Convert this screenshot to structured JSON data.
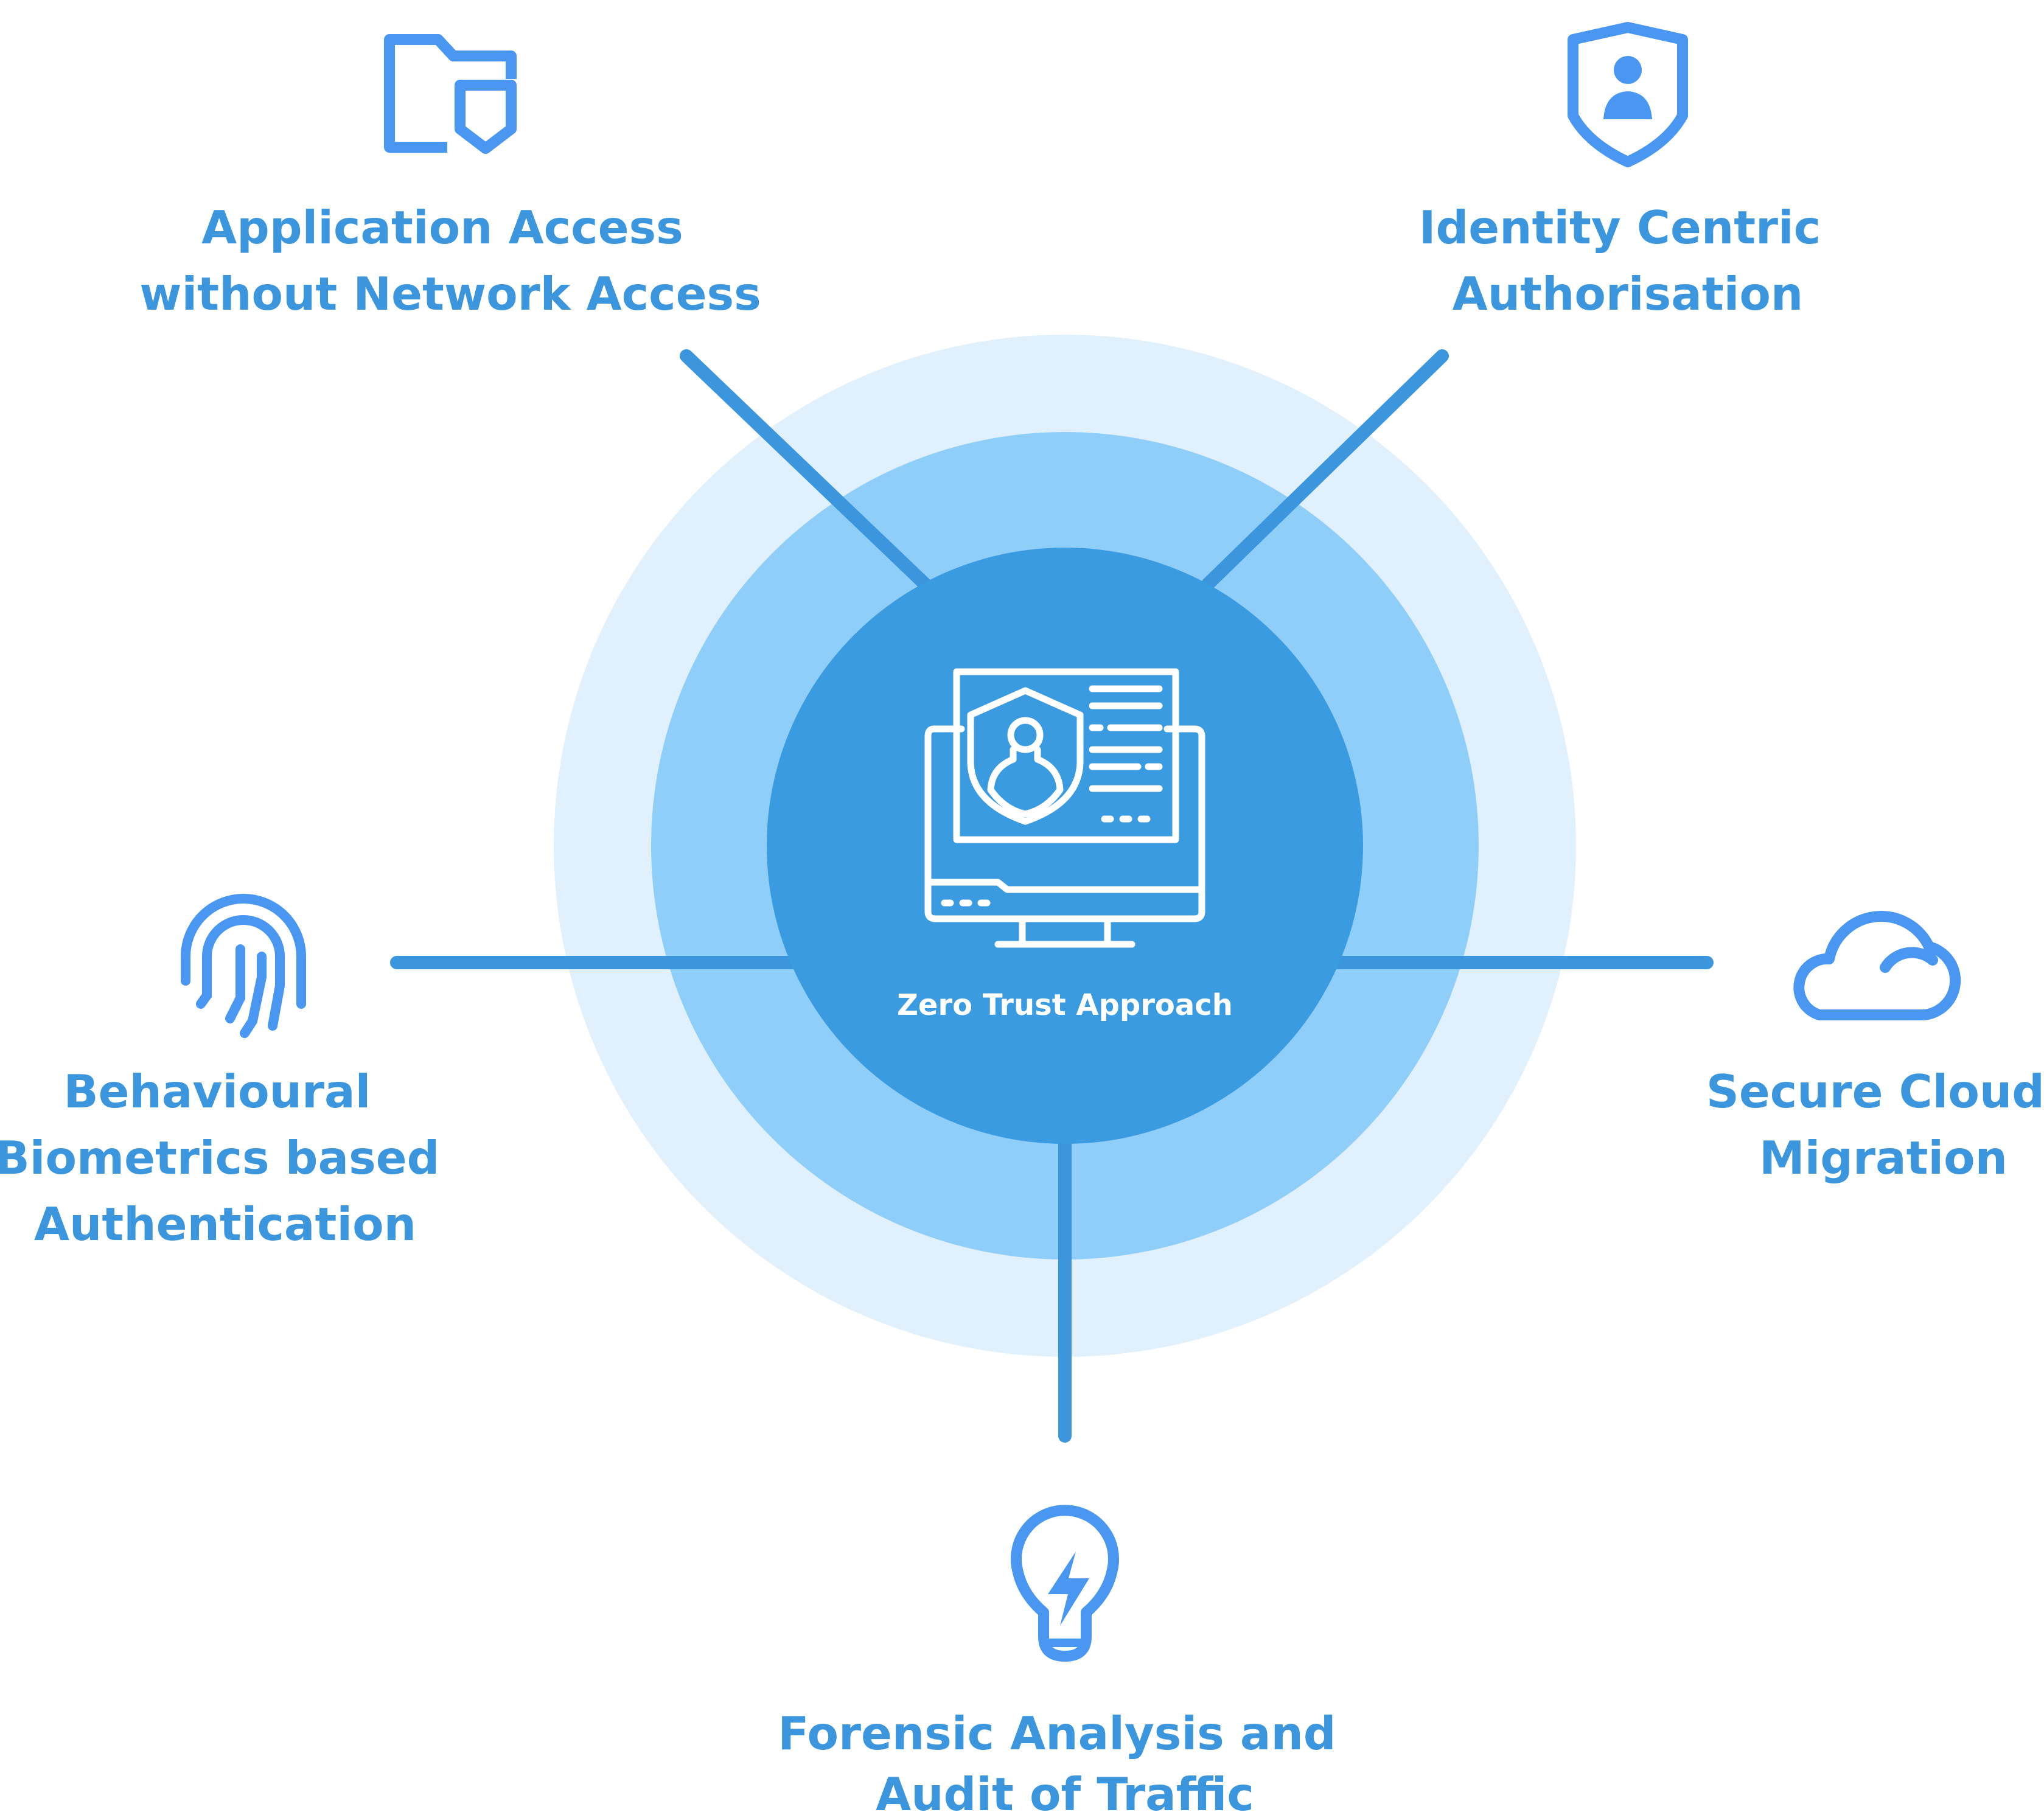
{
  "colors": {
    "outer_ring": "#e0f1fd",
    "middle_ring": "#90cefa",
    "core": "#3b9be0",
    "connector": "#3b96dd",
    "icon": "#4a97f2",
    "label_text": "#3b96dd",
    "center_text": "#ffffff"
  },
  "center": {
    "icon": "computer-monitor-shield-user-icon",
    "label": "Zero Trust Approach"
  },
  "nodes": [
    {
      "id": "application-access",
      "icon": "folder-shield-icon",
      "lines": [
        "Application Access",
        "without Network Access"
      ]
    },
    {
      "id": "identity-centric",
      "icon": "shield-user-icon",
      "lines": [
        "Identity Centric",
        "Authorisation"
      ]
    },
    {
      "id": "behavioural-biometrics",
      "icon": "fingerprint-icon",
      "lines": [
        "Behavioural",
        "Biometrics based",
        "Authentication"
      ]
    },
    {
      "id": "secure-cloud",
      "icon": "cloud-icon",
      "lines": [
        "Secure Cloud",
        "Migration"
      ]
    },
    {
      "id": "forensic-analysis",
      "icon": "lightbulb-bolt-icon",
      "lines": [
        "Forensic Analysis and",
        "Audit of Traffic"
      ]
    }
  ]
}
